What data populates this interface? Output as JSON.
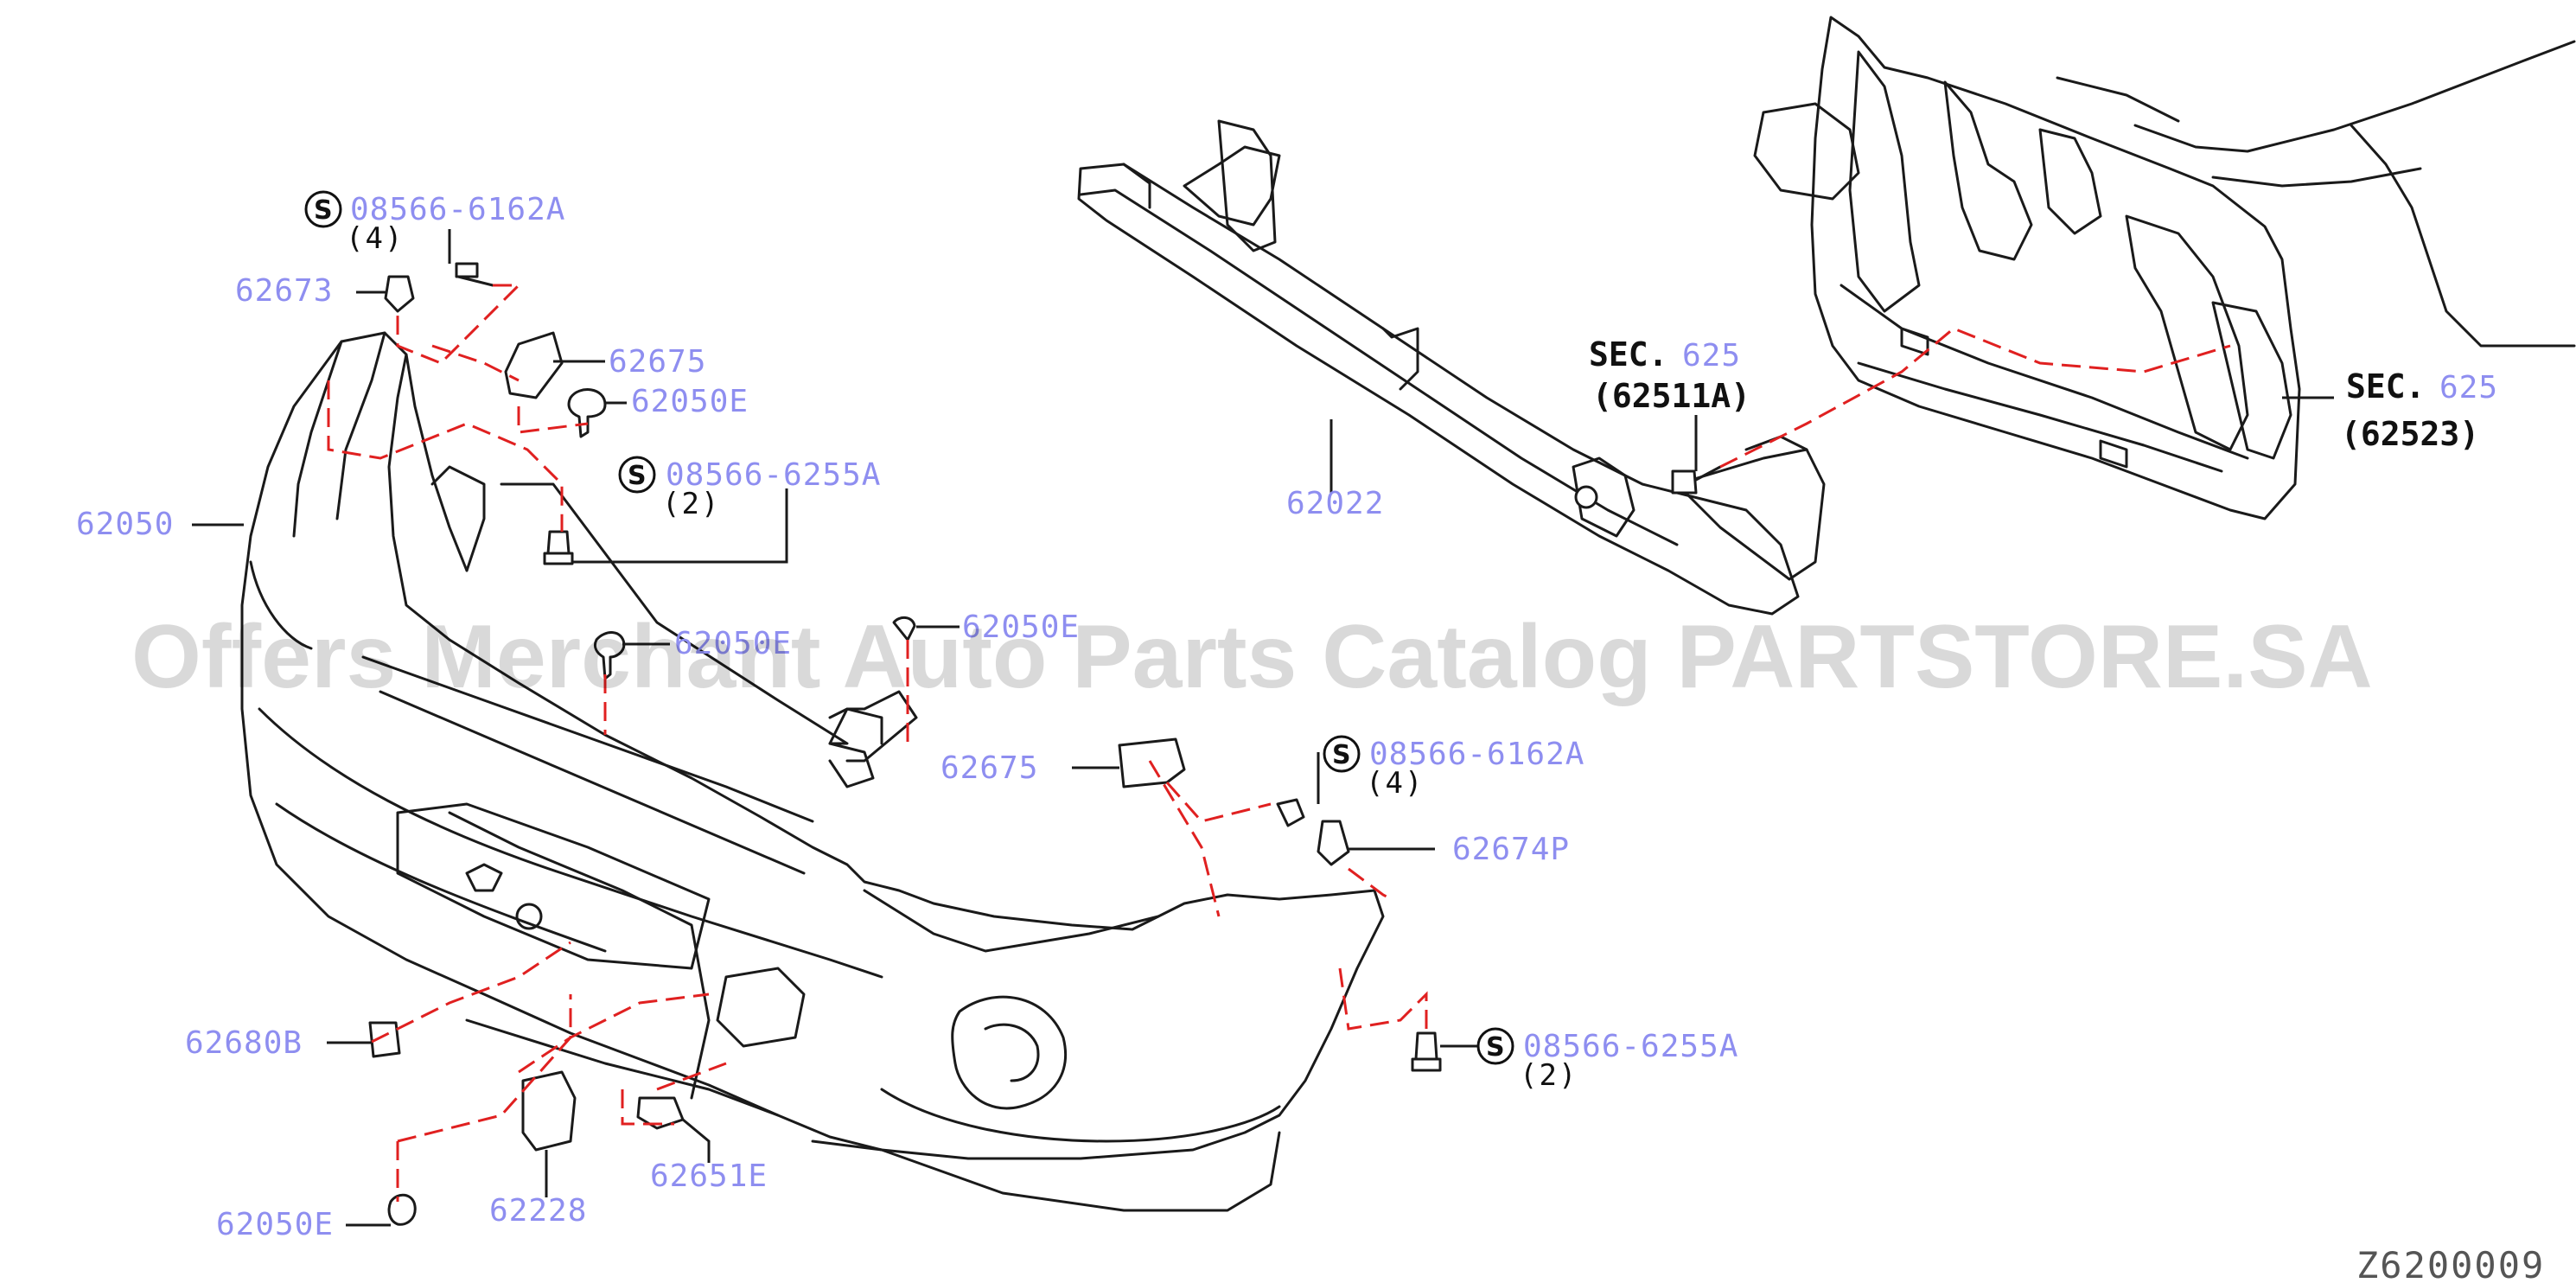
{
  "watermark": "Offers Merchant Auto Parts Catalog PARTSTORE.SA",
  "diagram_code": "Z6200009",
  "colors": {
    "part_number": "#8e8ef0",
    "dashed_line": "#e02020",
    "line_art": "#1a1a1a"
  },
  "standard_symbol": "S",
  "labels": {
    "std_screw_top": "08566-6162A",
    "qty_4_top": "(4)",
    "p62673": "62673",
    "p62675_top": "62675",
    "p62050e_top": "62050E",
    "std_bolt_left": "08566-6255A",
    "qty_2_left": "(2)",
    "p62050": "62050",
    "p62022": "62022",
    "sec_left_prefix": "SEC.",
    "sec_left_num": "625",
    "sec_left_ref": "(62511A)",
    "sec_right_prefix": "SEC.",
    "sec_right_num": "625",
    "sec_right_ref": "(62523)",
    "p62050e_mid": "62050E",
    "p62050e_mid2": "62050E",
    "p62675_mid": "62675",
    "std_screw_right": "08566-6162A",
    "qty_4_right": "(4)",
    "p62674p": "62674P",
    "p62680b": "62680B",
    "std_bolt_right": "08566-6255A",
    "qty_2_right": "(2)",
    "p62228": "62228",
    "p62651e": "62651E",
    "p62050e_bottom": "62050E"
  }
}
